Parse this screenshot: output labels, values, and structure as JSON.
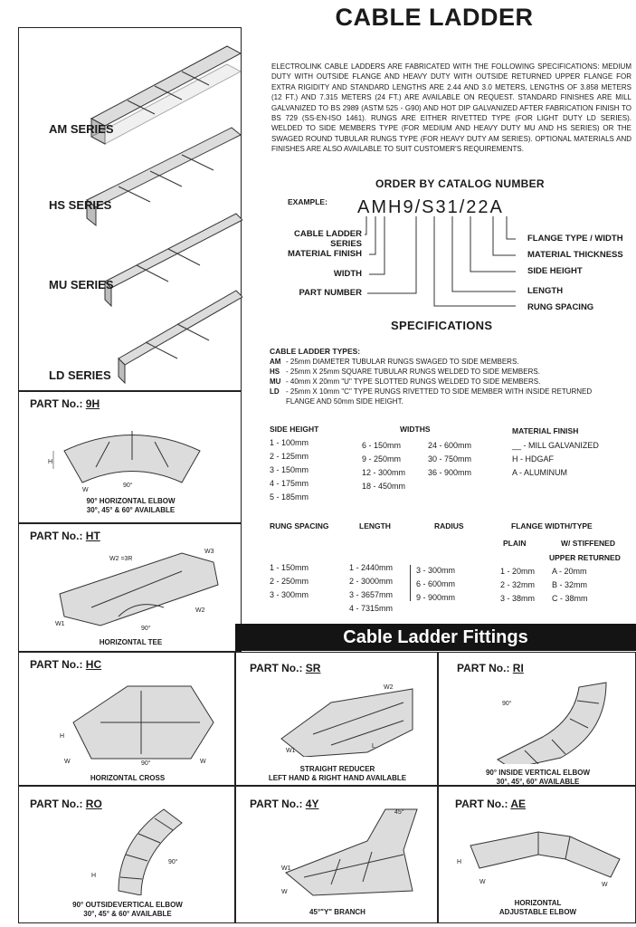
{
  "title": "CABLE LADDER",
  "intro": "ELECTROLINK CABLE LADDERS ARE FABRICATED WITH THE FOLLOWING SPECIFICATIONS: MEDIUM DUTY WITH OUTSIDE FLANGE AND HEAVY DUTY WITH OUTSIDE RETURNED UPPER FLANGE FOR EXTRA RIGIDITY AND STANDARD LENGTHS ARE 2.44 AND 3.0 METERS, LENGTHS OF 3.858 METERS (12 FT.) AND 7.315 METERS (24 FT.) ARE AVAILABLE ON REQUEST. STANDARD FINISHES ARE MILL GALVANIZED TO BS 2989 (ASTM 525 - G90) AND HOT DIP GALVANIZED AFTER FABRICATION FINISH TO BS 729 (SS-EN-ISO 1461). RUNGS ARE EITHER RIVETTED TYPE (FOR LIGHT DUTY LD SERIES). WELDED TO SIDE MEMBERS TYPE (FOR MEDIUM AND HEAVY DUTY MU AND HS SERIES) OR THE SWAGED ROUND TUBULAR RUNGS TYPE (FOR HEAVY DUTY AM SERIES). OPTIONAL MATERIALS AND FINISHES ARE ALSO AVAILABLE TO SUIT CUSTOMER'S REQUIREMENTS.",
  "series": [
    "AM SERIES",
    "HS SERIES",
    "MU SERIES",
    "LD SERIES"
  ],
  "catalog": {
    "heading": "ORDER BY CATALOG NUMBER",
    "example_label": "EXAMPLE:",
    "code": "AMH9/S31/22A",
    "left_labels": [
      "CABLE LADDER SERIES",
      "MATERIAL FINISH",
      "WIDTH",
      "PART NUMBER"
    ],
    "right_labels": [
      "FLANGE TYPE / WIDTH",
      "MATERIAL THICKNESS",
      "SIDE HEIGHT",
      "LENGTH",
      "RUNG SPACING"
    ]
  },
  "specs": {
    "heading": "SPECIFICATIONS",
    "types_heading": "CABLE LADDER TYPES:",
    "types": [
      {
        "code": "AM",
        "text": "- 25mm DIAMETER TUBULAR RUNGS SWAGED TO SIDE MEMBERS."
      },
      {
        "code": "HS",
        "text": "- 25mm X 25mm SQUARE TUBULAR RUNGS WELDED TO SIDE MEMBERS."
      },
      {
        "code": "MU",
        "text": "- 40mm X 20mm \"U\" TYPE SLOTTED RUNGS WELDED TO SIDE MEMBERS."
      },
      {
        "code": "LD",
        "text": "- 25mm X 10mm \"C\" TYPE RUNGS RIVETTED TO SIDE MEMBER WITH INSIDE RETURNED FLANGE AND 50mm SIDE HEIGHT."
      }
    ],
    "side_height_h": "SIDE HEIGHT",
    "side_height": [
      "1 - 100mm",
      "2 - 125mm",
      "3 - 150mm",
      "4 - 175mm",
      "5 - 185mm"
    ],
    "widths_h": "WIDTHS",
    "widths_a": [
      "6 - 150mm",
      "9 - 250mm",
      "12 - 300mm",
      "18 - 450mm"
    ],
    "widths_b": [
      "24 - 600mm",
      "30 - 750mm",
      "36 - 900mm"
    ],
    "finish_h": "MATERIAL FINISH",
    "finish": [
      "__ - MILL GALVANIZED",
      "H - HDGAF",
      "A - ALUMINUM"
    ],
    "rung_h": "RUNG SPACING",
    "rung": [
      "1 - 150mm",
      "2 - 250mm",
      "3 - 300mm"
    ],
    "length_h": "LENGTH",
    "length": [
      "1 - 2440mm",
      "2 - 3000mm",
      "3 - 3657mm",
      "4 - 7315mm"
    ],
    "radius_h": "RADIUS",
    "radius": [
      "3 - 300mm",
      "6 - 600mm",
      "9 - 900mm"
    ],
    "flange_h": "FLANGE WIDTH/TYPE",
    "plain_h": "PLAIN",
    "stiff_h": "W/ STIFFENED",
    "upper_h": "UPPER RETURNED",
    "plain": [
      "1 - 20mm",
      "2 - 32mm",
      "3 - 38mm"
    ],
    "stiff": [
      "A - 20mm",
      "B - 32mm",
      "C - 38mm"
    ]
  },
  "fittings_banner": "Cable Ladder Fittings",
  "part_label": "PART No.:",
  "parts": {
    "9H": {
      "no": "9H",
      "cap1": "90° HORIZONTAL ELBOW",
      "cap2": "30°, 45° & 60° AVAILABLE"
    },
    "HT": {
      "no": "HT",
      "cap1": "HORIZONTAL TEE",
      "cap2": ""
    },
    "HC": {
      "no": "HC",
      "cap1": "HORIZONTAL CROSS",
      "cap2": ""
    },
    "SR": {
      "no": "SR",
      "cap1": "STRAIGHT REDUCER",
      "cap2": "LEFT HAND & RIGHT HAND AVAILABLE"
    },
    "RI": {
      "no": "RI",
      "cap1": "90° INSIDE VERTICAL ELBOW",
      "cap2": "30°, 45°, 60° AVAILABLE"
    },
    "RO": {
      "no": "RO",
      "cap1": "90° OUTSIDEVERTICAL ELBOW",
      "cap2": "30°, 45° & 60° AVAILABLE"
    },
    "4Y": {
      "no": "4Y",
      "cap1": "45°\"Y\" BRANCH",
      "cap2": ""
    },
    "AE": {
      "no": "AE",
      "cap1": "HORIZONTAL",
      "cap2": "ADJUSTABLE ELBOW"
    }
  },
  "dims": {
    "H": "H",
    "W": "W",
    "W1": "W1",
    "W2": "W2",
    "W3": "W3",
    "L": "L",
    "angle90": "90°",
    "angle45": "45°",
    "r": "W2 =3R"
  }
}
